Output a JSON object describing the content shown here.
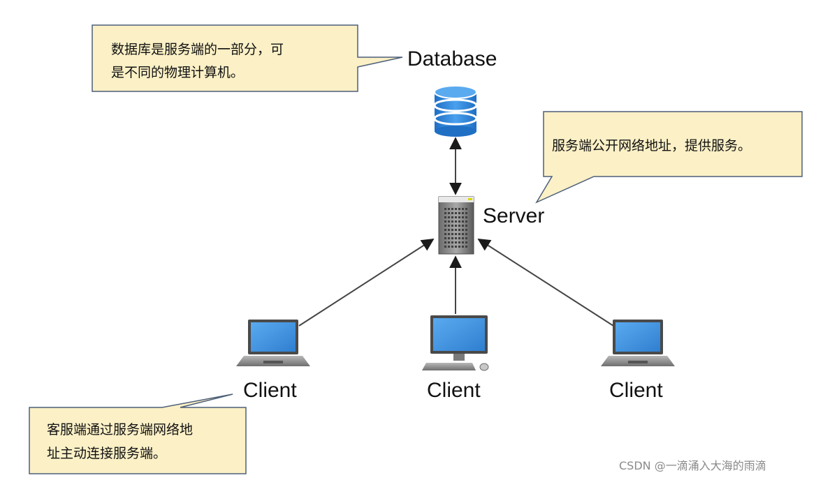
{
  "nodes": {
    "database": {
      "label": "Database"
    },
    "server": {
      "label": "Server"
    },
    "clients": [
      {
        "label": "Client"
      },
      {
        "label": "Client"
      },
      {
        "label": "Client"
      }
    ]
  },
  "callouts": {
    "database_note": {
      "lines": [
        "数据库是服务端的一部分，可",
        "是不同的物理计算机。"
      ]
    },
    "server_note": {
      "lines": [
        "服务端公开网络地址，提供服务。"
      ]
    },
    "client_note": {
      "lines": [
        "客服端通过服务端网络地",
        "址主动连接服务端。"
      ]
    }
  },
  "watermark": "CSDN @一滴涌入大海的雨滴",
  "colors": {
    "callout_fill": "#fbf0c6",
    "callout_border": "#4d5f78",
    "screen_blue": "#3b8fde",
    "db_blue": "#2d7fd3",
    "arrow": "#444444"
  }
}
